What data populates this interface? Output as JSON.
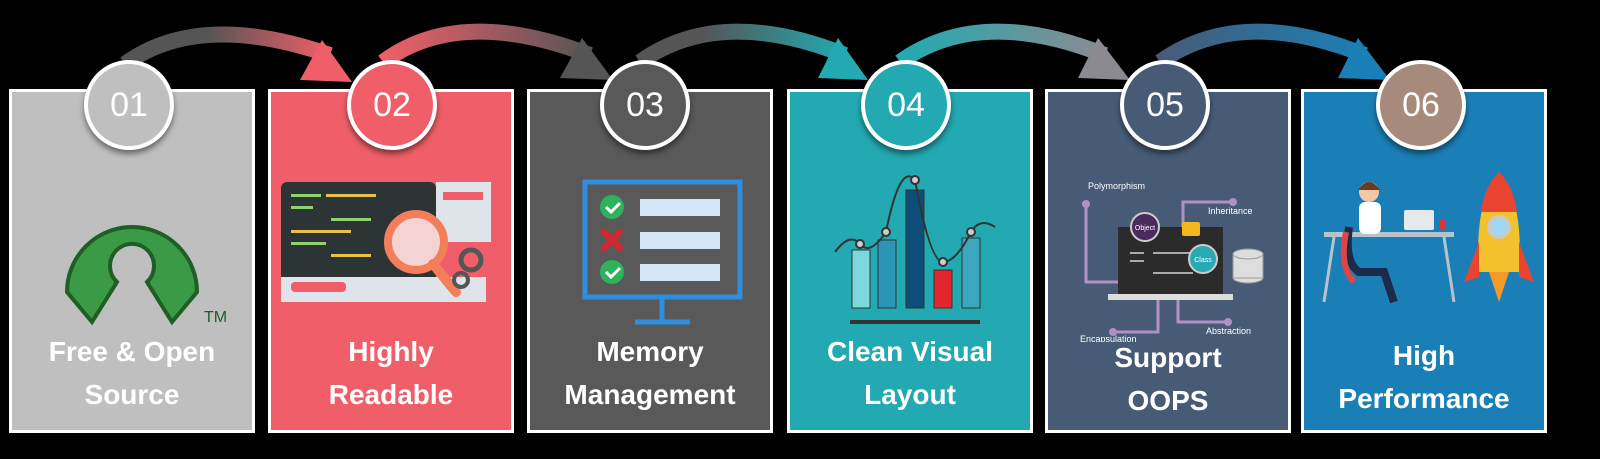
{
  "steps": [
    {
      "number": "01",
      "title_line1": "Free & Open",
      "title_line2": "Source",
      "color": "#bfbfbf",
      "icon": "open-source-logo-icon",
      "trademark": "TM"
    },
    {
      "number": "02",
      "title_line1": "Highly",
      "title_line2": "Readable",
      "color": "#f05f69",
      "icon": "code-magnifier-icon"
    },
    {
      "number": "03",
      "title_line1": "Memory",
      "title_line2": "Management",
      "color": "#595959",
      "icon": "checklist-monitor-icon"
    },
    {
      "number": "04",
      "title_line1": "Clean Visual",
      "title_line2": "Layout",
      "color": "#22a9b1",
      "icon": "bar-chart-icon"
    },
    {
      "number": "05",
      "title_line1": "Support",
      "title_line2": "OOPS",
      "color": "#475b76",
      "icon": "oop-laptop-icon",
      "oop_labels": {
        "polymorphism": "Polymorphism",
        "inheritance": "Inheritance",
        "object": "Object",
        "class": "Class",
        "encapsulation": "Encapsulation",
        "abstraction": "Abstraction"
      }
    },
    {
      "number": "06",
      "title_line1": "High",
      "title_line2": "Performance",
      "color": "#1a7fb6",
      "icon": "rocket-developer-icon",
      "badge_color": "#a68a7b"
    }
  ]
}
